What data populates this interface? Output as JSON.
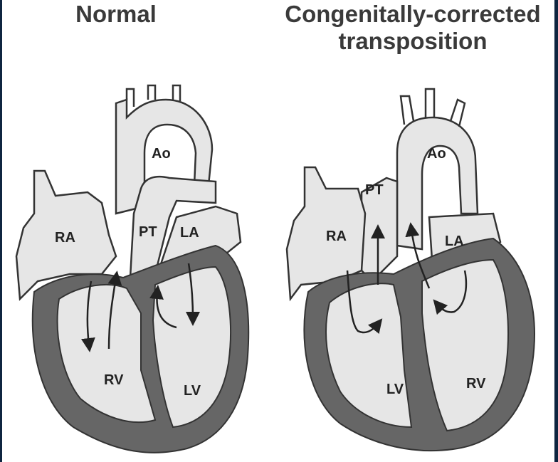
{
  "titles": {
    "left": "Normal",
    "right_line1": "Congenitally-corrected",
    "right_line2": "transposition"
  },
  "labels": {
    "normal": {
      "ao": "Ao",
      "ra": "RA",
      "pt": "PT",
      "la": "LA",
      "rv": "RV",
      "lv": "LV"
    },
    "cctga": {
      "ao": "Ao",
      "pt": "PT",
      "ra": "RA",
      "la": "LA",
      "lv": "LV",
      "rv": "RV"
    }
  },
  "colors": {
    "background": "#0f2540",
    "panel": "#ffffff",
    "chamber_fill": "#e6e6e6",
    "muscle": "#666666",
    "outline": "#333333"
  }
}
